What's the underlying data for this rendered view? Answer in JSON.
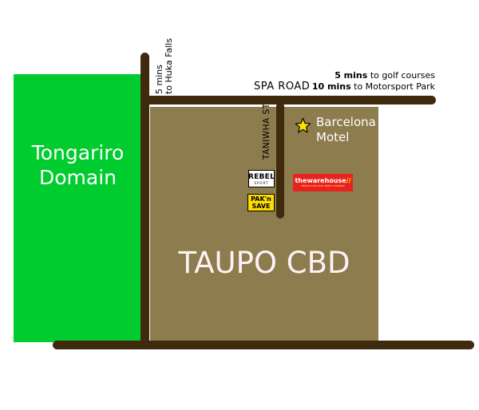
{
  "map": {
    "areas": {
      "tongariro": {
        "label": "Tongariro\nDomain",
        "color": "#00cc2f"
      },
      "cbd": {
        "label": "TAUPO CBD",
        "color": "#8c7c4e"
      }
    },
    "roads": {
      "spa_road": "SPA ROAD",
      "taniwha_st": "TANIWHA ST",
      "color": "#3f2a0d"
    },
    "notes": {
      "huka": {
        "minutes": "5 mins",
        "dest": "to Huka Falls"
      },
      "golf": {
        "minutes": "5 mins",
        "dest": "to golf courses"
      },
      "motorsport": {
        "minutes": "10 mins",
        "dest": "to Motorsport Park"
      }
    },
    "landmarks": {
      "motel": {
        "label": "Barcelona\nMotel",
        "icon": "star-icon",
        "color": "#ffe000"
      },
      "rebel": {
        "text": "REBEL",
        "sub": "SPORT"
      },
      "paknsave": {
        "line1": "PAK'n",
        "line2": "SAVE"
      },
      "warehouse": {
        "brand_pre": "the",
        "brand": "warehouse",
        "tag": "where everyone gets a bargain"
      }
    }
  }
}
